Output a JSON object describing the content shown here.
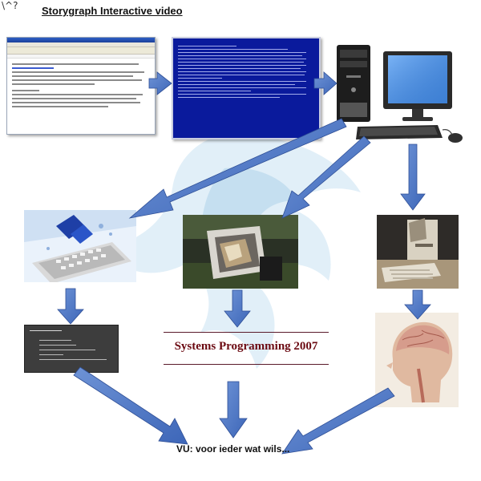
{
  "title": "Storygraph Interactive video",
  "corner_mark": "\\^?",
  "nodes": {
    "computer_label": "computer-icon",
    "systems_programming": "Systems Programming 2007",
    "vu_caption": "VU: voor ieder wat wils..."
  },
  "colors": {
    "arrow": "#4a72c4",
    "arrow_edge": "#2f4f96",
    "title_text": "#6b0a12",
    "dos_blue": "#0a1a9c"
  },
  "icons": {
    "document": "word-document-icon",
    "terminal": "dos-terminal-icon",
    "computer": "desktop-computer-icon",
    "keyboard_broken": "broken-keyboard-icon",
    "crt": "broken-crt-monitor-icon",
    "old_pc": "broken-pc-icon",
    "slide": "presentation-slide-icon",
    "anatomy": "anatomical-head-icon",
    "watermark": "bird-watermark-icon"
  }
}
